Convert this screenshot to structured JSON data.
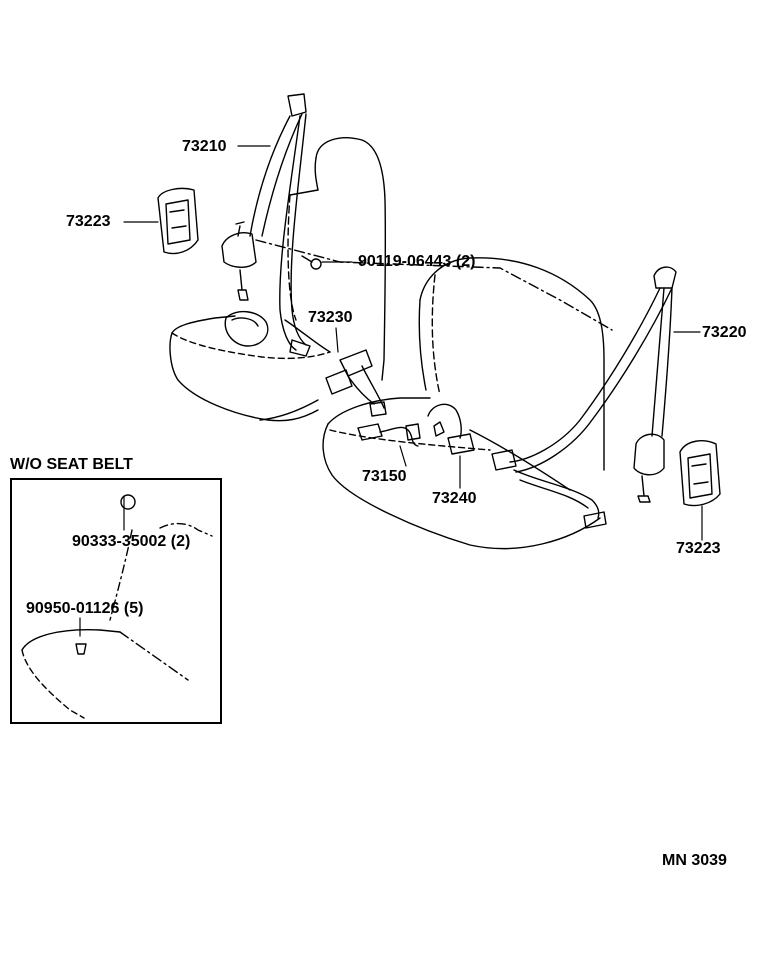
{
  "diagram": {
    "parts": {
      "p73210": "73210",
      "p73223_left": "73223",
      "p90119": "90119-06443 (2)",
      "p73230": "73230",
      "p73220": "73220",
      "p73150": "73150",
      "p73240": "73240",
      "p73223_right": "73223"
    },
    "inset": {
      "title": "W/O SEAT BELT",
      "p90333": "90333-35002 (2)",
      "p90950": "90950-01126 (5)"
    },
    "footer_code": "MN  3039"
  }
}
